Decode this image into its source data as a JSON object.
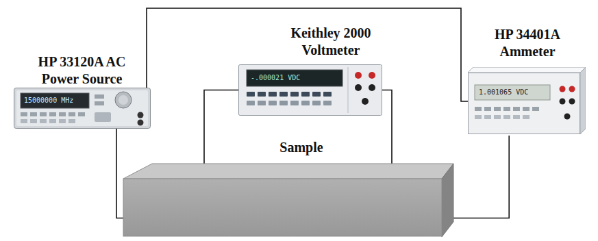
{
  "diagram": {
    "nodes": [
      {
        "text": [
          "HP 33120A AC Power Source"
        ]
      },
      {
        "text": [
          "Keithley 2000 Voltmeter"
        ]
      },
      {
        "text": [
          "HP 34401A Ammeter"
        ]
      },
      {
        "text": [
          "Sample"
        ]
      }
    ],
    "edges": [
      {
        "from": 0,
        "to": 2,
        "arrow": "none"
      },
      {
        "from": 0,
        "to": 3,
        "arrow": "none"
      },
      {
        "from": 1,
        "to": 3,
        "arrow": "none"
      },
      {
        "from": 1,
        "to": 3,
        "arrow": "none"
      },
      {
        "from": 2,
        "to": 3,
        "arrow": "none"
      }
    ],
    "labels": [
      "15000000 MHz",
      "-.000021 VDC",
      "1.001065 VDC"
    ]
  }
}
